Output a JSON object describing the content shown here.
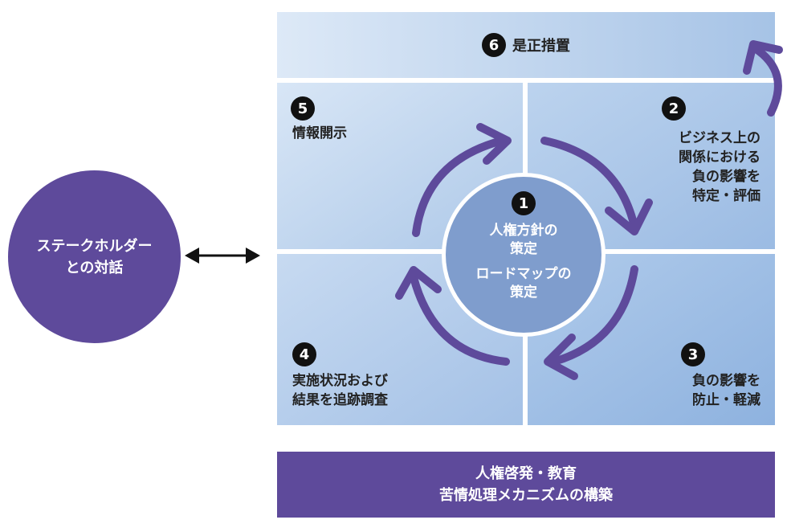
{
  "stakeholder": {
    "line1": "ステークホルダー",
    "line2": "との対話"
  },
  "top_band": {
    "num": "6",
    "label": "是正措置"
  },
  "quad_tl": {
    "num": "5",
    "line1": "情報開示"
  },
  "quad_tr": {
    "num": "2",
    "line1": "ビジネス上の",
    "line2": "関係における",
    "line3": "負の影響を",
    "line4": "特定・評価"
  },
  "quad_br": {
    "num": "3",
    "line1": "負の影響を",
    "line2": "防止・軽減"
  },
  "quad_bl": {
    "num": "4",
    "line1": "実施状況および",
    "line2": "結果を追跡調査"
  },
  "center": {
    "num": "1",
    "line1": "人権方針の",
    "line2": "策定",
    "line3": "ロードマップの",
    "line4": "策定"
  },
  "bottom_band": {
    "line1": "人権啓発・教育",
    "line2": "苦情処理メカニズムの構築"
  },
  "colors": {
    "purple": "#5e4a9b",
    "center_blue": "#7f9dcd",
    "light_blue": "#dce8f6",
    "mid_blue": "#9fbde3"
  }
}
